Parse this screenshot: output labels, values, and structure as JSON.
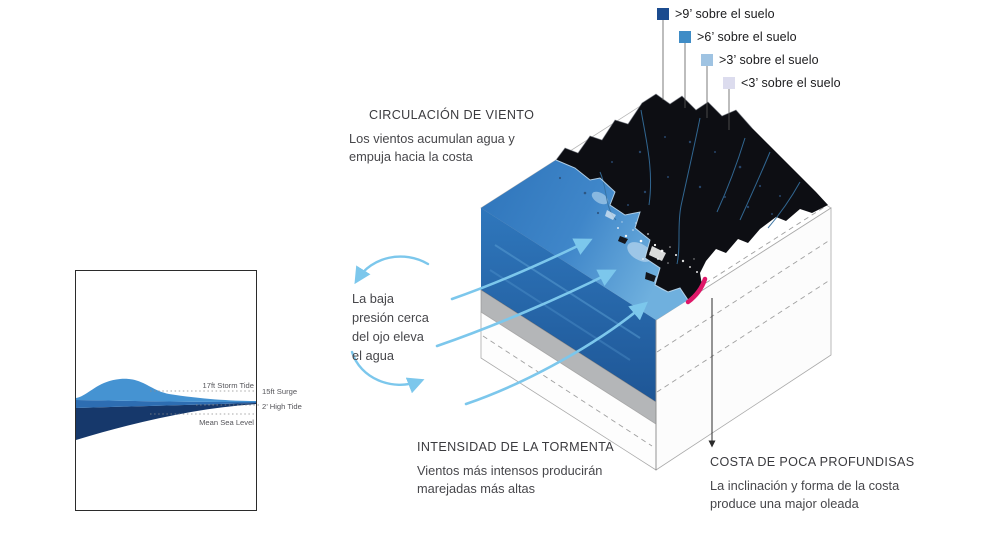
{
  "legend": {
    "items": [
      {
        "label": ">9’ sobre el suelo",
        "color": "#1b4b8f"
      },
      {
        "label": ">6’ sobre el suelo",
        "color": "#3f8cc6"
      },
      {
        "label": ">3’ sobre el suelo",
        "color": "#9fc3e2"
      },
      {
        "label": "<3’ sobre el suelo",
        "color": "#dcdcee"
      }
    ]
  },
  "annotations": {
    "wind_circulation": {
      "title": "CIRCULACIÓN DE VIENTO",
      "body_line1": "Los vientos acumulan agua y",
      "body_line2": "empuja hacia la costa"
    },
    "low_pressure": {
      "line1": "La baja",
      "line2": "presión cerca",
      "line3": "del ojo eleva",
      "line4": "el agua"
    },
    "storm_intensity": {
      "title": "INTENSIDAD DE LA TORMENTA",
      "body_line1": "Vientos más intensos producirán",
      "body_line2": "marejadas más altas"
    },
    "shallow_coast": {
      "title": "COSTA DE POCA PROFUNDISAS",
      "body_line1": "La inclinación y forma de la costa",
      "body_line2": "produce una major oleada"
    }
  },
  "tide_inset": {
    "storm_tide_label": "17ft Storm Tide",
    "surge_label": "15ft Surge",
    "high_tide_label": "2’ High Tide",
    "sea_level_label": "Mean Sea Level"
  },
  "icons": {
    "wind_arrows": "curved-blue-arrows",
    "circulation_arcs": "circular-low-pressure-arrows",
    "coast_pointer_arrow": "straight-down-arrow"
  },
  "colors": {
    "deep_water": "#16386b",
    "high_tide_band": "#2d6db2",
    "surge_water": "#4593d2",
    "ocean_top": "#3f86c9",
    "terrain": "#0d0e13",
    "sediment_layer": "#b4b6b8",
    "arrow_blue": "#7cc7ec",
    "coast_highlight": "#de1768"
  }
}
